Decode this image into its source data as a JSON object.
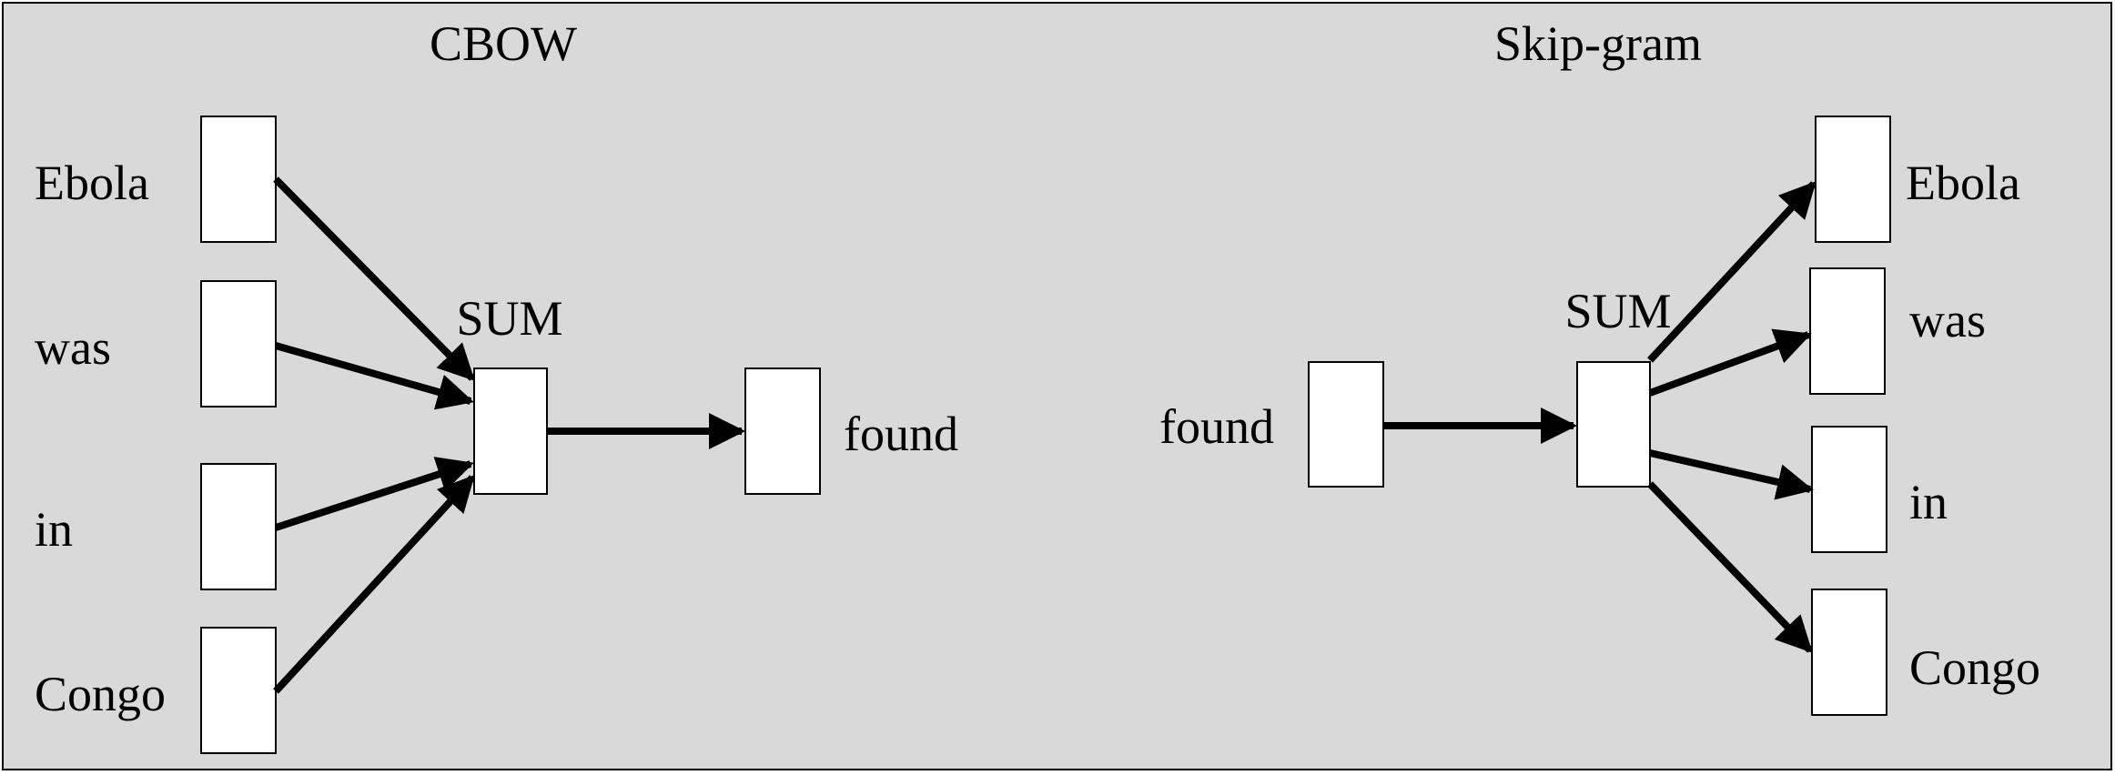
{
  "cbow": {
    "title": "CBOW",
    "sum_label": "SUM",
    "context_words": [
      "Ebola",
      "was",
      "in",
      "Congo"
    ],
    "target_word": "found"
  },
  "skipgram": {
    "title": "Skip-gram",
    "sum_label": "SUM",
    "input_word": "found",
    "context_words": [
      "Ebola",
      "was",
      "in",
      "Congo"
    ]
  },
  "colors": {
    "background": "#d9d9d9",
    "box_fill": "#ffffff",
    "stroke": "#000000"
  }
}
